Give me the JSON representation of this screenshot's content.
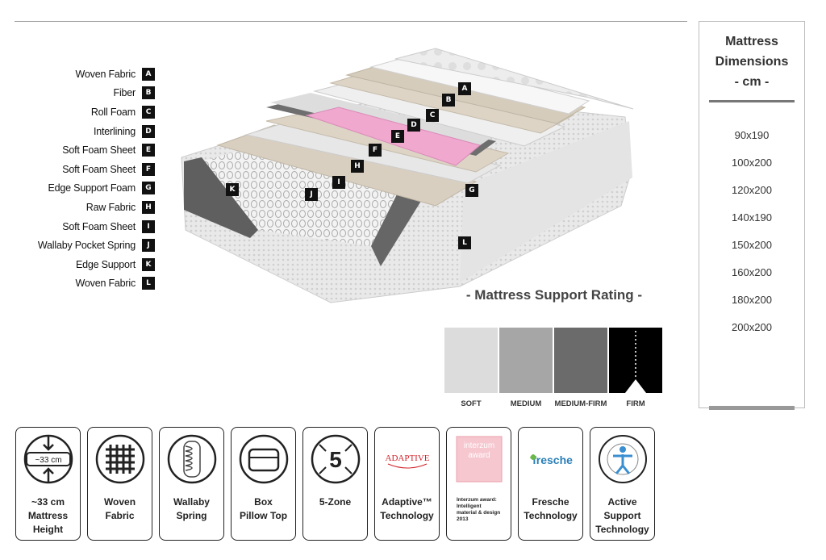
{
  "legend": {
    "items": [
      {
        "label": "Woven Fabric",
        "code": "A"
      },
      {
        "label": "Fiber",
        "code": "B"
      },
      {
        "label": "Roll Foam",
        "code": "C"
      },
      {
        "label": "Interlining",
        "code": "D"
      },
      {
        "label": "Soft Foam Sheet",
        "code": "E"
      },
      {
        "label": "Soft Foam Sheet",
        "code": "F"
      },
      {
        "label": "Edge Support Foam",
        "code": "G"
      },
      {
        "label": "Raw Fabric",
        "code": "H"
      },
      {
        "label": "Soft Foam Sheet",
        "code": "I"
      },
      {
        "label": "Wallaby Pocket Spring",
        "code": "J"
      },
      {
        "label": "Edge Support",
        "code": "K"
      },
      {
        "label": "Woven Fabric",
        "code": "L"
      }
    ]
  },
  "illustration": {
    "tags": [
      "A",
      "B",
      "C",
      "D",
      "E",
      "F",
      "G",
      "H",
      "I",
      "J",
      "K",
      "L"
    ]
  },
  "dimensions": {
    "title_line1": "Mattress",
    "title_line2": "Dimensions",
    "title_line3": "- cm -",
    "sizes": [
      "90x190",
      "100x200",
      "120x200",
      "140x190",
      "150x200",
      "160x200",
      "180x200",
      "200x200"
    ]
  },
  "rating": {
    "title": "- Mattress Support Rating -",
    "levels": [
      {
        "label": "SOFT",
        "color": "#dcdcdc"
      },
      {
        "label": "MEDIUM",
        "color": "#a6a6a6"
      },
      {
        "label": "MEDIUM-FIRM",
        "color": "#6b6b6b"
      },
      {
        "label": "FIRM",
        "color": "#000000"
      }
    ],
    "selected": "FIRM"
  },
  "features": [
    {
      "label": "~33 cm\nMattress\nHeight",
      "icon": "height-icon",
      "icon_text": "~33 cm"
    },
    {
      "label": "Woven\nFabric",
      "icon": "woven-fabric-icon"
    },
    {
      "label": "Wallaby\nSpring",
      "icon": "spring-icon"
    },
    {
      "label": "Box\nPillow Top",
      "icon": "pillow-top-icon"
    },
    {
      "label": "5-Zone",
      "icon": "five-zone-icon",
      "icon_text": "5"
    },
    {
      "label": "Adaptive™\nTechnology",
      "icon": "adaptive-logo-icon",
      "icon_text": "ADAPTIVE"
    },
    {
      "label": "Interzum award:\nIntelligent\nmaterial & design\n2013",
      "icon": "interzum-award-icon",
      "icon_text1": "interzum",
      "icon_text2": "award"
    },
    {
      "label": "Fresche\nTechnology",
      "icon": "fresche-logo-icon",
      "icon_text": "fresche"
    },
    {
      "label": "Active\nSupport\nTechnology",
      "icon": "active-support-icon"
    }
  ]
}
